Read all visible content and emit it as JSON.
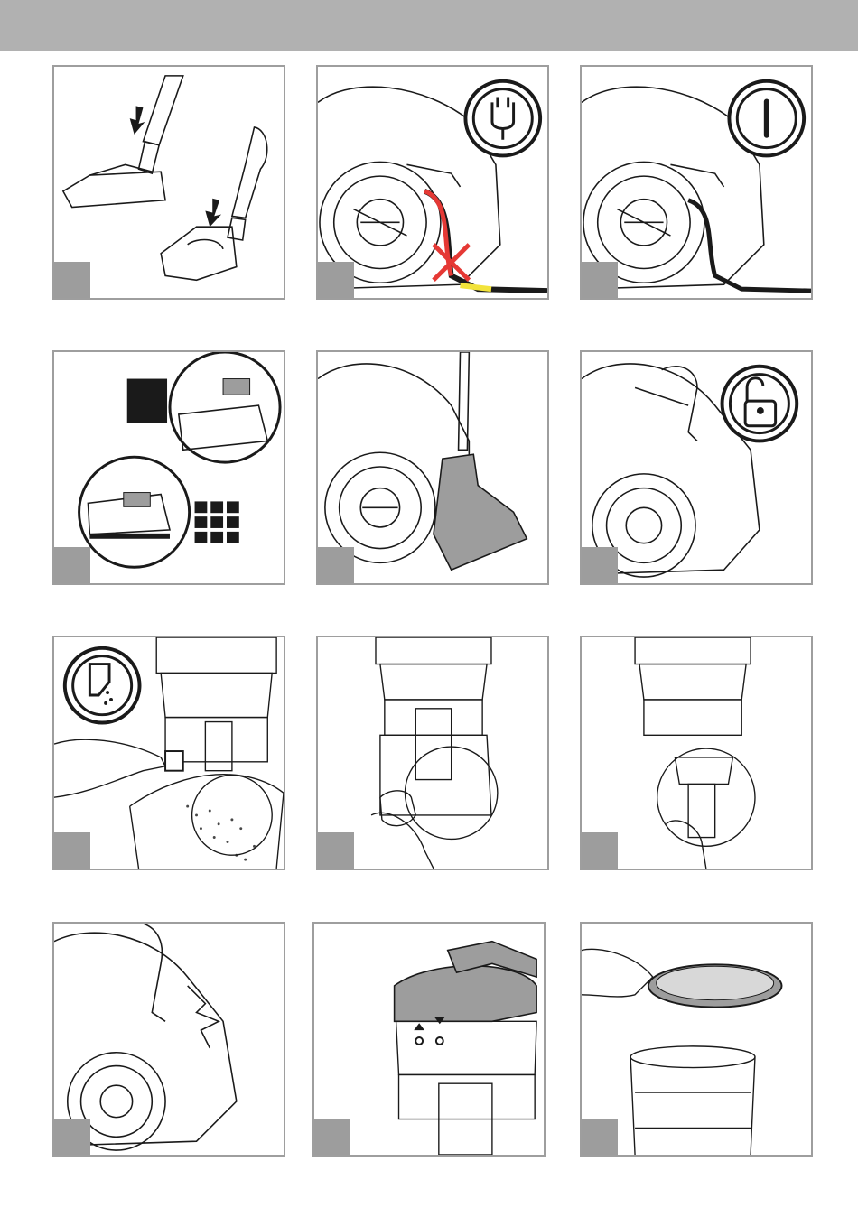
{
  "page": {
    "band_color": "#b1b1b1",
    "badge_color": "#9d9d9d",
    "border_color": "#9e9e9e"
  },
  "panels": [
    {
      "id": 1,
      "icons": [
        "floor-nozzle",
        "turbo-brush",
        "arrow-down"
      ]
    },
    {
      "id": 2,
      "icons": [
        "plug-symbol",
        "red-x"
      ],
      "accent": "#e53935"
    },
    {
      "id": 3,
      "icons": [
        "power-on-symbol"
      ]
    },
    {
      "id": 4,
      "icons": [
        "carpet-setting",
        "hard-floor-setting"
      ]
    },
    {
      "id": 5,
      "icons": [
        "parking-nozzle"
      ]
    },
    {
      "id": 6,
      "icons": [
        "unlock-symbol"
      ]
    },
    {
      "id": 7,
      "icons": [
        "empty-bin-symbol"
      ]
    },
    {
      "id": 8,
      "icons": [
        "dust-container-open"
      ]
    },
    {
      "id": 9,
      "icons": [
        "filter-removal"
      ]
    },
    {
      "id": 10,
      "icons": [
        "latch-release"
      ]
    },
    {
      "id": 11,
      "icons": [
        "lid-lock-arrows"
      ]
    },
    {
      "id": 12,
      "icons": [
        "filter-mesh"
      ]
    }
  ]
}
